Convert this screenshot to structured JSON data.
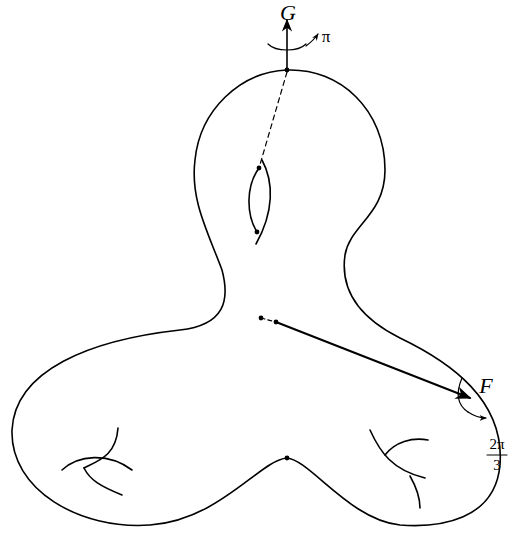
{
  "diagram": {
    "labels": [
      "G",
      "π",
      "F",
      "2π",
      "3"
    ]
  }
}
